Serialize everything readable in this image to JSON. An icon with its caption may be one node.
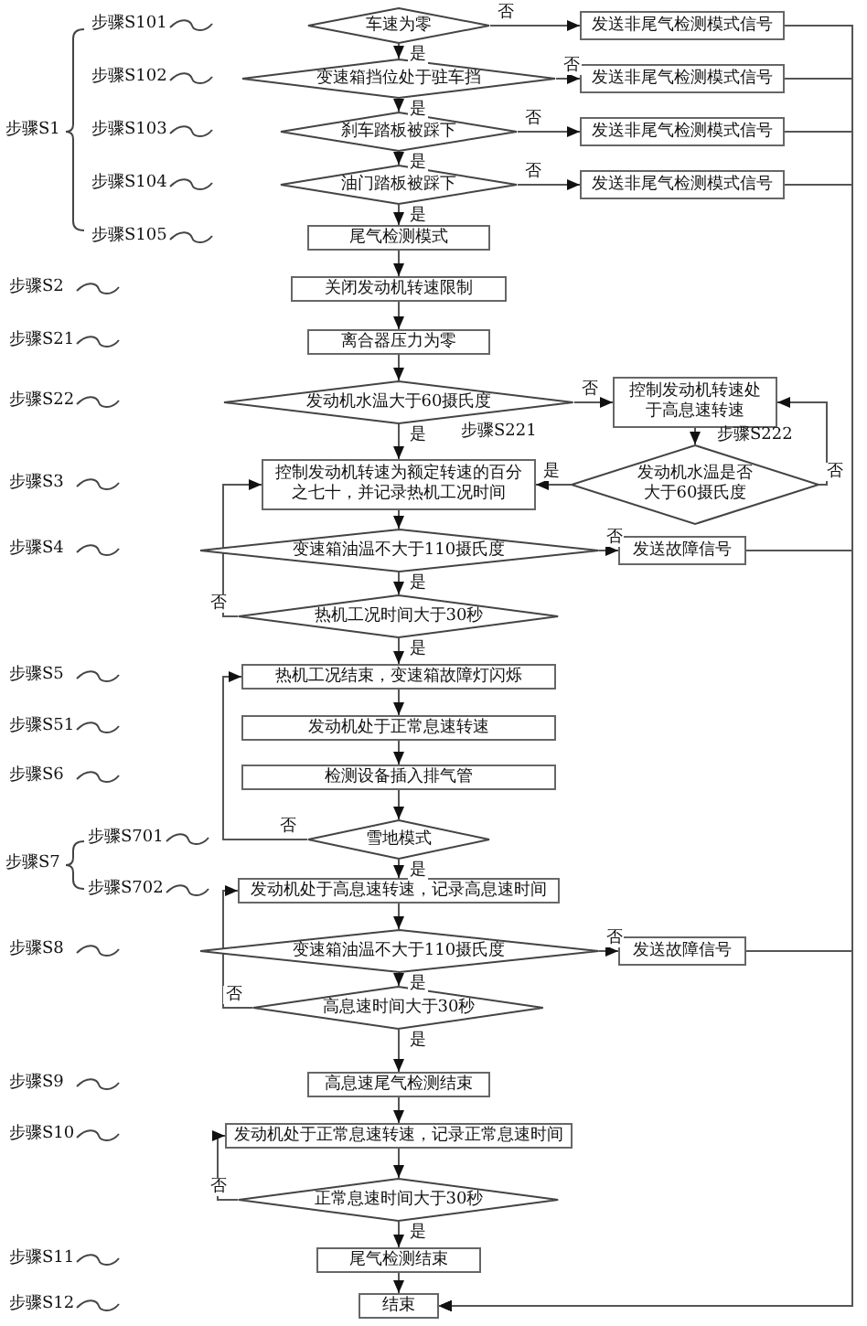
{
  "diagram": {
    "nodes": [
      {
        "text": [
          "车速为零"
        ]
      },
      {
        "text": [
          "发送非尾气检测模式信号"
        ]
      },
      {
        "text": [
          "变速箱挡位处于驻车挡"
        ]
      },
      {
        "text": [
          "发送非尾气检测模式信号"
        ]
      },
      {
        "text": [
          "刹车踏板被踩下"
        ]
      },
      {
        "text": [
          "发送非尾气检测模式信号"
        ]
      },
      {
        "text": [
          "油门踏板被踩下"
        ]
      },
      {
        "text": [
          "发送非尾气检测模式信号"
        ]
      },
      {
        "text": [
          "尾气检测模式"
        ]
      },
      {
        "text": [
          "关闭发动机转速限制"
        ]
      },
      {
        "text": [
          "离合器压力为零"
        ]
      },
      {
        "text": [
          "发动机水温大于60摄氏度"
        ]
      },
      {
        "text": [
          "控制发动机转速处于高息速转速"
        ]
      },
      {
        "text": [
          "发动机水温是否大于60摄氏度"
        ]
      },
      {
        "text": [
          "控制发动机转速为额定转速的百分之七十，并记录热机工况时间"
        ]
      },
      {
        "text": [
          "变速箱油温不大于110摄氏度"
        ]
      },
      {
        "text": [
          "发送故障信号"
        ]
      },
      {
        "text": [
          "热机工况时间大于30秒"
        ]
      },
      {
        "text": [
          "热机工况结束，变速箱故障灯闪烁"
        ]
      },
      {
        "text": [
          "发动机处于正常息速转速"
        ]
      },
      {
        "text": [
          "检测设备插入排气管"
        ]
      },
      {
        "text": [
          "雪地模式"
        ]
      },
      {
        "text": [
          "发动机处于高息速转速，记录高息速时间"
        ]
      },
      {
        "text": [
          "变速箱油温不大于110摄氏度"
        ]
      },
      {
        "text": [
          "发送故障信号"
        ]
      },
      {
        "text": [
          "高息速时间大于30秒"
        ]
      },
      {
        "text": [
          "高息速尾气检测结束"
        ]
      },
      {
        "text": [
          "发动机处于正常息速转速，记录正常息速时间"
        ]
      },
      {
        "text": [
          "正常息速时间大于30秒"
        ]
      },
      {
        "text": [
          "尾气检测结束"
        ]
      },
      {
        "text": [
          "结束"
        ]
      }
    ],
    "edges": [
      {
        "from": 0,
        "to": 1,
        "arrow": "to",
        "label": "否"
      },
      {
        "from": 0,
        "to": 2,
        "arrow": "to",
        "label": "是"
      },
      {
        "from": 2,
        "to": 3,
        "arrow": "to",
        "label": "否"
      },
      {
        "from": 2,
        "to": 4,
        "arrow": "to",
        "label": "是"
      },
      {
        "from": 4,
        "to": 5,
        "arrow": "to",
        "label": "否"
      },
      {
        "from": 4,
        "to": 6,
        "arrow": "to",
        "label": "是"
      },
      {
        "from": 6,
        "to": 7,
        "arrow": "to",
        "label": "否"
      },
      {
        "from": 6,
        "to": 8,
        "arrow": "to",
        "label": "是"
      },
      {
        "from": 8,
        "to": 9,
        "arrow": "to"
      },
      {
        "from": 9,
        "to": 10,
        "arrow": "to"
      },
      {
        "from": 10,
        "to": 11,
        "arrow": "to"
      },
      {
        "from": 11,
        "to": 12,
        "arrow": "to",
        "label": "否"
      },
      {
        "from": 12,
        "to": 13,
        "arrow": "to"
      },
      {
        "from": 13,
        "to": 12,
        "arrow": "to",
        "label": "否"
      },
      {
        "from": 11,
        "to": 14,
        "arrow": "to",
        "label": "是"
      },
      {
        "from": 13,
        "to": 14,
        "arrow": "to",
        "label": "是"
      },
      {
        "from": 14,
        "to": 15,
        "arrow": "to"
      },
      {
        "from": 15,
        "to": 16,
        "arrow": "to",
        "label": "否"
      },
      {
        "from": 15,
        "to": 17,
        "arrow": "to",
        "label": "是"
      },
      {
        "from": 17,
        "to": 14,
        "arrow": "to",
        "label": "否"
      },
      {
        "from": 17,
        "to": 18,
        "arrow": "to",
        "label": "是"
      },
      {
        "from": 18,
        "to": 19,
        "arrow": "to"
      },
      {
        "from": 19,
        "to": 20,
        "arrow": "to"
      },
      {
        "from": 20,
        "to": 21,
        "arrow": "to"
      },
      {
        "from": 21,
        "to": 18,
        "arrow": "to",
        "label": "否"
      },
      {
        "from": 21,
        "to": 22,
        "arrow": "to",
        "label": "是"
      },
      {
        "from": 22,
        "to": 23,
        "arrow": "to"
      },
      {
        "from": 23,
        "to": 24,
        "arrow": "to",
        "label": "否"
      },
      {
        "from": 23,
        "to": 25,
        "arrow": "to",
        "label": "是"
      },
      {
        "from": 25,
        "to": 22,
        "arrow": "to",
        "label": "否"
      },
      {
        "from": 25,
        "to": 26,
        "arrow": "to",
        "label": "是"
      },
      {
        "from": 26,
        "to": 27,
        "arrow": "to"
      },
      {
        "from": 27,
        "to": 28,
        "arrow": "to"
      },
      {
        "from": 28,
        "to": 27,
        "arrow": "to",
        "label": "否"
      },
      {
        "from": 28,
        "to": 29,
        "arrow": "to",
        "label": "是"
      },
      {
        "from": 29,
        "to": 30,
        "arrow": "to"
      },
      {
        "from": 1,
        "to": 30,
        "arrow": "to"
      },
      {
        "from": 3,
        "to": 30,
        "arrow": "to"
      },
      {
        "from": 5,
        "to": 30,
        "arrow": "to"
      },
      {
        "from": 7,
        "to": 30,
        "arrow": "to"
      },
      {
        "from": 16,
        "to": 30,
        "arrow": "to"
      },
      {
        "from": 24,
        "to": 30,
        "arrow": "to"
      }
    ],
    "labels": [
      "步骤S101",
      "步骤S102",
      "步骤S1",
      "步骤S103",
      "步骤S104",
      "步骤S105",
      "步骤S2",
      "步骤S21",
      "步骤S22",
      "步骤S221",
      "步骤S222",
      "步骤S3",
      "步骤S4",
      "步骤S5",
      "步骤S51",
      "步骤S6",
      "步骤S701",
      "步骤S7",
      "步骤S702",
      "步骤S8",
      "步骤S9",
      "步骤S10",
      "步骤S11",
      "步骤S12"
    ]
  }
}
